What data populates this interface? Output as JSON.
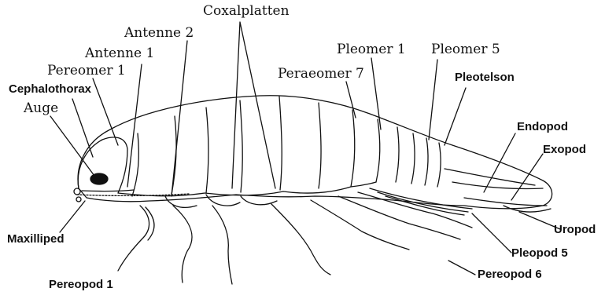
{
  "labels": {
    "coxalplatten": "Coxalplatten",
    "antenne2": "Antenne 2",
    "antenne1": "Antenne 1",
    "pereomer1": "Pereomer 1",
    "cephalothorax": "Cephalothorax",
    "auge": "Auge",
    "pleomer1": "Pleomer 1",
    "pleomer5": "Pleomer 5",
    "peraeomer7": "Peraeomer 7",
    "pleotelson": "Pleotelson",
    "endopod": "Endopod",
    "exopod": "Exopod",
    "uropod": "Uropod",
    "pleopod5": "Pleopod 5",
    "pereopod6": "Pereopod 6",
    "maxilliped": "Maxilliped",
    "pereopod1": "Pereopod 1"
  },
  "colors": {
    "ink": "#111111",
    "background": "#ffffff"
  }
}
